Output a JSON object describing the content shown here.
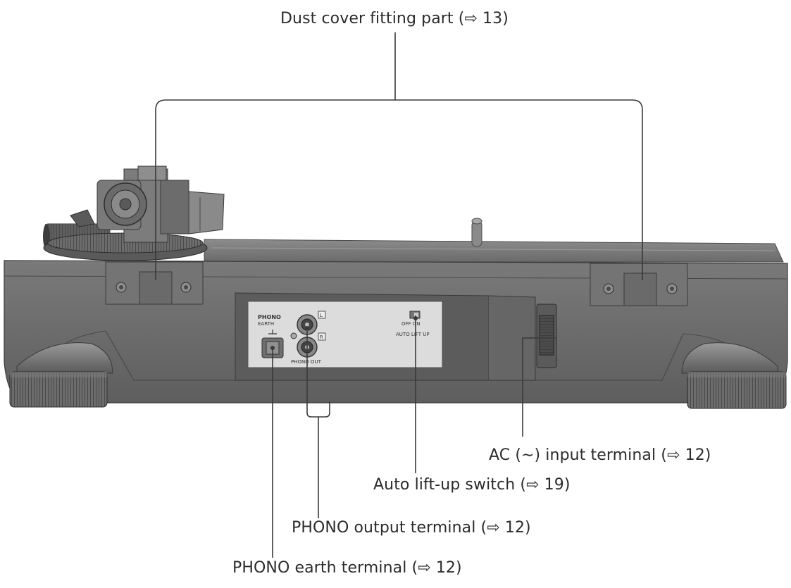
{
  "callouts": {
    "dust_cover": "Dust cover fitting part (⇨ 13)",
    "ac_input": "AC (∼) input terminal (⇨ 12)",
    "auto_lift": "Auto lift-up switch (⇨ 19)",
    "phono_out": "PHONO output terminal (⇨ 12)",
    "phono_earth": "PHONO earth terminal (⇨ 12)"
  },
  "panel": {
    "phono_earth_label_line1": "PHONO",
    "phono_earth_label_line2": "EARTH",
    "phono_out_label": "PHONO OUT",
    "switch_label_off_on": "OFF  ON",
    "switch_label_auto": "AUTO LIFT UP",
    "channel_l": "L",
    "channel_r": "R"
  },
  "colors": {
    "body": "#6e6e6e",
    "body_dark": "#4a4a4a",
    "panel": "#d8d8d8",
    "line": "#3a3a3a",
    "text": "#2b2b2b"
  }
}
